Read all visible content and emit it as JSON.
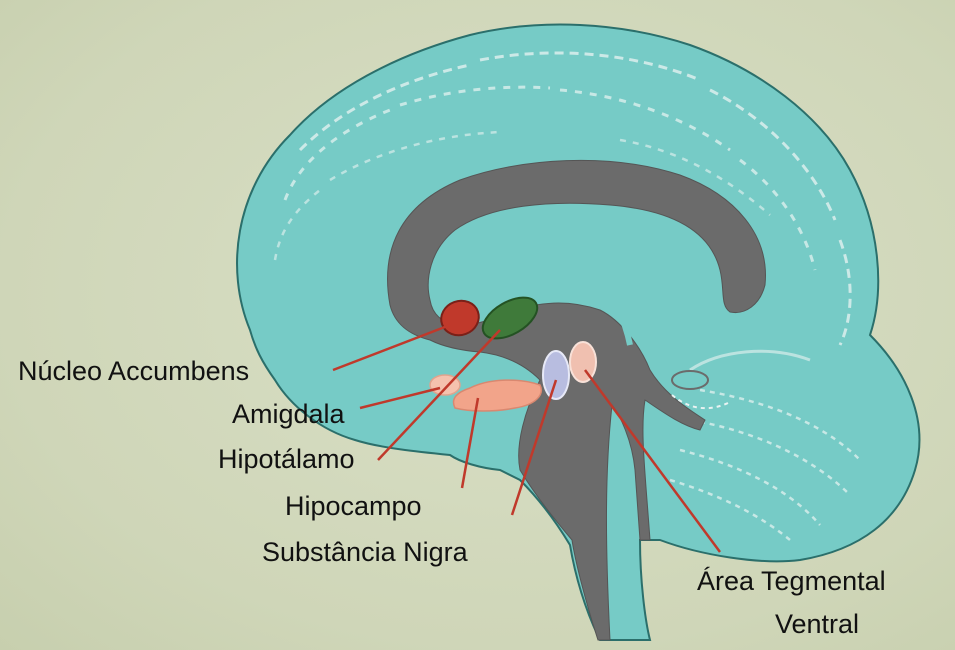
{
  "labels": {
    "nucleo_accumbens": "Núcleo Accumbens",
    "amigdala": "Amigdala",
    "hipotalamo": "Hipotálamo",
    "hipocampo": "Hipocampo",
    "substancia_nigra": "Substância Nigra",
    "area_tegmental_line1": "Área Tegmental",
    "area_tegmental_line2": "Ventral"
  },
  "colors": {
    "background": "#cfd6b8",
    "cortex": "#76cbc6",
    "ventricle": "#6b6b6b",
    "leader_line": "#c0392b",
    "nucleus_accumbens": "#c0392b",
    "hypothalamus": "#3f7a3a",
    "hippocampus": "#f2a48a",
    "amygdala": "#f5c2ae",
    "substantia_nigra": "#b8bde0",
    "vta": "#f0c0b0"
  }
}
